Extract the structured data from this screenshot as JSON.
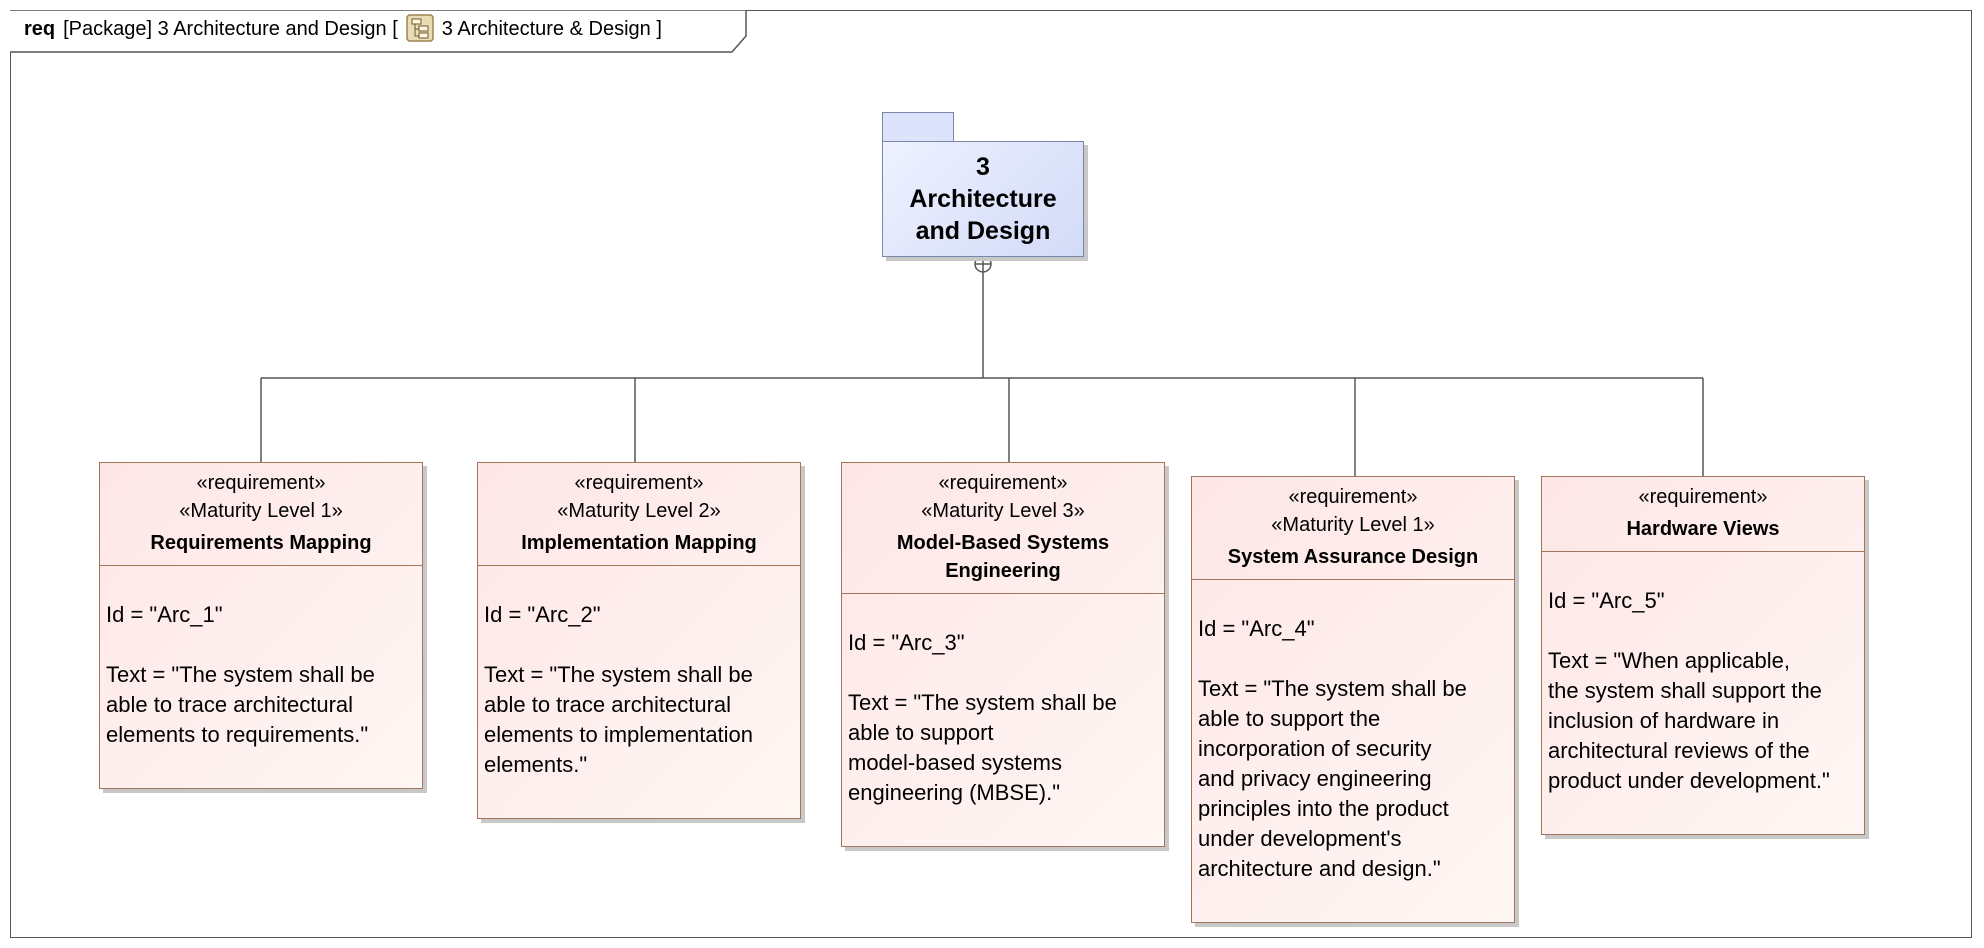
{
  "frame": {
    "keyword": "req",
    "label_prefix": "[Package] 3 Architecture and Design [",
    "diagram_name": "3 Architecture & Design",
    "label_suffix": "]",
    "diagram_icon": "diagram-icon"
  },
  "package": {
    "name": "3\nArchitecture\nand Design",
    "containment_icon": "containment-anchor-icon"
  },
  "requirements": [
    {
      "stereotypes": [
        "«requirement»",
        "«Maturity Level 1»"
      ],
      "name": "Requirements Mapping",
      "id_line": "Id = \"Arc_1\"",
      "text_line": "Text = \"The system shall be\nable to trace architectural\nelements to requirements.\""
    },
    {
      "stereotypes": [
        "«requirement»",
        "«Maturity Level 2»"
      ],
      "name": "Implementation Mapping",
      "id_line": "Id = \"Arc_2\"",
      "text_line": "Text = \"The system shall be\nable to trace architectural\nelements to implementation\nelements.\""
    },
    {
      "stereotypes": [
        "«requirement»",
        "«Maturity Level 3»"
      ],
      "name": "Model-Based Systems\nEngineering",
      "id_line": "Id = \"Arc_3\"",
      "text_line": "Text = \"The system shall be\nable to support\nmodel-based systems\nengineering (MBSE).\""
    },
    {
      "stereotypes": [
        "«requirement»",
        "«Maturity Level 1»"
      ],
      "name": "System Assurance Design",
      "id_line": "Id = \"Arc_4\"",
      "text_line": "Text = \"The system shall be\nable to support the\nincorporation of security\nand privacy engineering\nprinciples into the product\nunder development's\narchitecture and design.\""
    },
    {
      "stereotypes": [
        "«requirement»"
      ],
      "name": "Hardware Views",
      "id_line": "Id = \"Arc_5\"",
      "text_line": "Text = \"When applicable,\nthe system shall support the\ninclusion of hardware in\narchitectural reviews of the\nproduct under development.\""
    }
  ],
  "colors": {
    "package_fill": "#dce3fb",
    "requirement_fill": "#fde6e6",
    "requirement_border": "#a3755a",
    "connector": "#555555"
  }
}
